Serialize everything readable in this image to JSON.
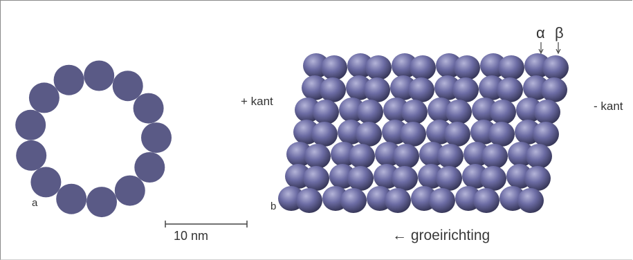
{
  "figure": {
    "panel_a_label": "a",
    "panel_b_label": "b",
    "plus_end_label": "+ kant",
    "minus_end_label": "- kant",
    "scale_bar_label": "10 nm",
    "growth_direction_label": "← groeirichting",
    "alpha_label": "α",
    "beta_label": "β"
  },
  "ring": {
    "subunit_count": 13,
    "color": "#5a5a86"
  },
  "lattice": {
    "rows": 7,
    "columns": 6,
    "color": "#6c6ca4",
    "highlight_color": "#b4b4d8",
    "shadow_color": "#2e2e4c"
  }
}
